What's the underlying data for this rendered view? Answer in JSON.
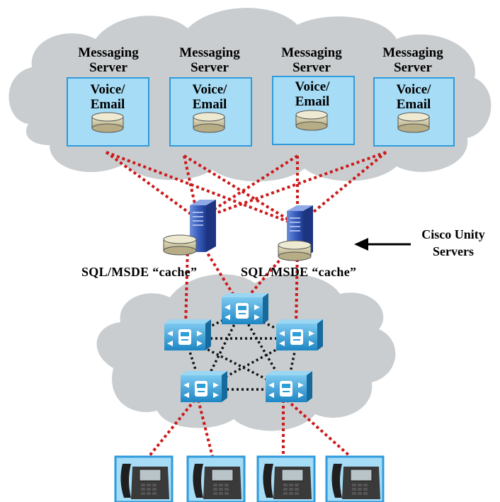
{
  "messaging_servers": [
    {
      "title_line1": "Messaging",
      "title_line2": "Server",
      "box_line1": "Voice/",
      "box_line2": "Email"
    },
    {
      "title_line1": "Messaging",
      "title_line2": "Server",
      "box_line1": "Voice/",
      "box_line2": "Email"
    },
    {
      "title_line1": "Messaging",
      "title_line2": "Server",
      "box_line1": "Voice/",
      "box_line2": "Email"
    },
    {
      "title_line1": "Messaging",
      "title_line2": "Server",
      "box_line1": "Voice/",
      "box_line2": "Email"
    }
  ],
  "unity_servers": {
    "cache_label_left": "SQL/MSDE “cache”",
    "cache_label_right": "SQL/MSDE “cache”",
    "callout_line1": "Cisco Unity",
    "callout_line2": "Servers"
  },
  "colors": {
    "cloud": "#c9cdcf",
    "box_fill": "#a6dcf5",
    "box_border": "#2f9bdc",
    "red_link": "#cc1a1a",
    "switch_fill": "#2e9fd6"
  }
}
